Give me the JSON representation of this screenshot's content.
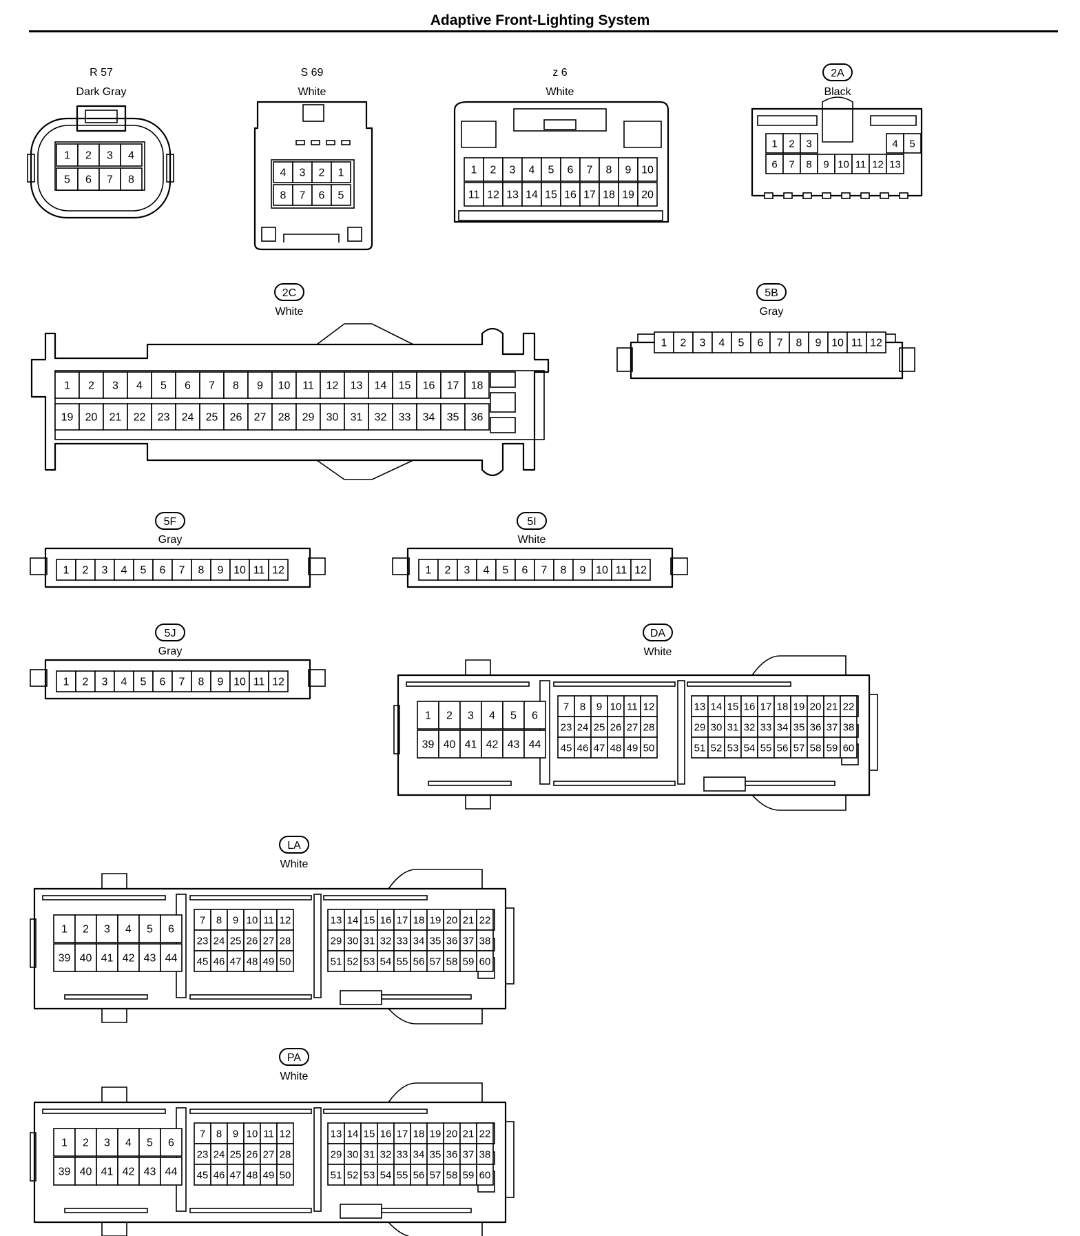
{
  "title": "Adaptive Front-Lighting System",
  "connectors": [
    {
      "id": "R 57",
      "color": "Dark Gray",
      "badge": false,
      "rows": [
        [
          "1",
          "2",
          "3",
          "4"
        ],
        [
          "5",
          "6",
          "7",
          "8"
        ]
      ]
    },
    {
      "id": "S 69",
      "color": "White",
      "badge": false,
      "rows": [
        [
          "4",
          "3",
          "2",
          "1"
        ],
        [
          "8",
          "7",
          "6",
          "5"
        ]
      ]
    },
    {
      "id": "z 6",
      "color": "White",
      "badge": false,
      "rows": [
        [
          "1",
          "2",
          "3",
          "4",
          "5",
          "6",
          "7",
          "8",
          "9",
          "10"
        ],
        [
          "11",
          "12",
          "13",
          "14",
          "15",
          "16",
          "17",
          "18",
          "19",
          "20"
        ]
      ]
    },
    {
      "id": "2A",
      "color": "Black",
      "badge": true,
      "rows": [
        [
          "1",
          "2",
          "3",
          "",
          "",
          "",
          "",
          "4",
          "5"
        ],
        [
          "6",
          "7",
          "8",
          "9",
          "10",
          "11",
          "12",
          "13"
        ]
      ]
    },
    {
      "id": "2C",
      "color": "White",
      "badge": true,
      "rows": [
        [
          "1",
          "2",
          "3",
          "4",
          "5",
          "6",
          "7",
          "8",
          "9",
          "10",
          "11",
          "12",
          "13",
          "14",
          "15",
          "16",
          "17",
          "18"
        ],
        [
          "19",
          "20",
          "21",
          "22",
          "23",
          "24",
          "25",
          "26",
          "27",
          "28",
          "29",
          "30",
          "31",
          "32",
          "33",
          "34",
          "35",
          "36"
        ]
      ]
    },
    {
      "id": "5B",
      "color": "Gray",
      "badge": true,
      "rows": [
        [
          "1",
          "2",
          "3",
          "4",
          "5",
          "6",
          "7",
          "8",
          "9",
          "10",
          "11",
          "12"
        ]
      ]
    },
    {
      "id": "5F",
      "color": "Gray",
      "badge": true,
      "rows": [
        [
          "1",
          "2",
          "3",
          "4",
          "5",
          "6",
          "7",
          "8",
          "9",
          "10",
          "11",
          "12"
        ]
      ]
    },
    {
      "id": "5I",
      "color": "White",
      "badge": true,
      "rows": [
        [
          "1",
          "2",
          "3",
          "4",
          "5",
          "6",
          "7",
          "8",
          "9",
          "10",
          "11",
          "12"
        ]
      ]
    },
    {
      "id": "5J",
      "color": "Gray",
      "badge": true,
      "rows": [
        [
          "1",
          "2",
          "3",
          "4",
          "5",
          "6",
          "7",
          "8",
          "9",
          "10",
          "11",
          "12"
        ]
      ]
    },
    {
      "id": "DA",
      "color": "White",
      "badge": true,
      "rows": [
        [
          "1",
          "2",
          "3",
          "4",
          "5",
          "6"
        ],
        [
          "39",
          "40",
          "41",
          "42",
          "43",
          "44"
        ],
        [
          "7",
          "8",
          "9",
          "10",
          "11",
          "12"
        ],
        [
          "23",
          "24",
          "25",
          "26",
          "27",
          "28"
        ],
        [
          "45",
          "46",
          "47",
          "48",
          "49",
          "50"
        ],
        [
          "13",
          "14",
          "15",
          "16",
          "17",
          "18",
          "19",
          "20",
          "21",
          "22"
        ],
        [
          "29",
          "30",
          "31",
          "32",
          "33",
          "34",
          "35",
          "36",
          "37",
          "38"
        ],
        [
          "51",
          "52",
          "53",
          "54",
          "55",
          "56",
          "57",
          "58",
          "59",
          "60"
        ]
      ]
    },
    {
      "id": "LA",
      "color": "White",
      "badge": true,
      "rows": [
        [
          "1",
          "2",
          "3",
          "4",
          "5",
          "6"
        ],
        [
          "39",
          "40",
          "41",
          "42",
          "43",
          "44"
        ],
        [
          "7",
          "8",
          "9",
          "10",
          "11",
          "12"
        ],
        [
          "23",
          "24",
          "25",
          "26",
          "27",
          "28"
        ],
        [
          "45",
          "46",
          "47",
          "48",
          "49",
          "50"
        ],
        [
          "13",
          "14",
          "15",
          "16",
          "17",
          "18",
          "19",
          "20",
          "21",
          "22"
        ],
        [
          "29",
          "30",
          "31",
          "32",
          "33",
          "34",
          "35",
          "36",
          "37",
          "38"
        ],
        [
          "51",
          "52",
          "53",
          "54",
          "55",
          "56",
          "57",
          "58",
          "59",
          "60"
        ]
      ]
    },
    {
      "id": "PA",
      "color": "White",
      "badge": true,
      "rows": [
        [
          "1",
          "2",
          "3",
          "4",
          "5",
          "6"
        ],
        [
          "39",
          "40",
          "41",
          "42",
          "43",
          "44"
        ],
        [
          "7",
          "8",
          "9",
          "10",
          "11",
          "12"
        ],
        [
          "23",
          "24",
          "25",
          "26",
          "27",
          "28"
        ],
        [
          "45",
          "46",
          "47",
          "48",
          "49",
          "50"
        ],
        [
          "13",
          "14",
          "15",
          "16",
          "17",
          "18",
          "19",
          "20",
          "21",
          "22"
        ],
        [
          "29",
          "30",
          "31",
          "32",
          "33",
          "34",
          "35",
          "36",
          "37",
          "38"
        ],
        [
          "51",
          "52",
          "53",
          "54",
          "55",
          "56",
          "57",
          "58",
          "59",
          "60"
        ]
      ]
    }
  ]
}
